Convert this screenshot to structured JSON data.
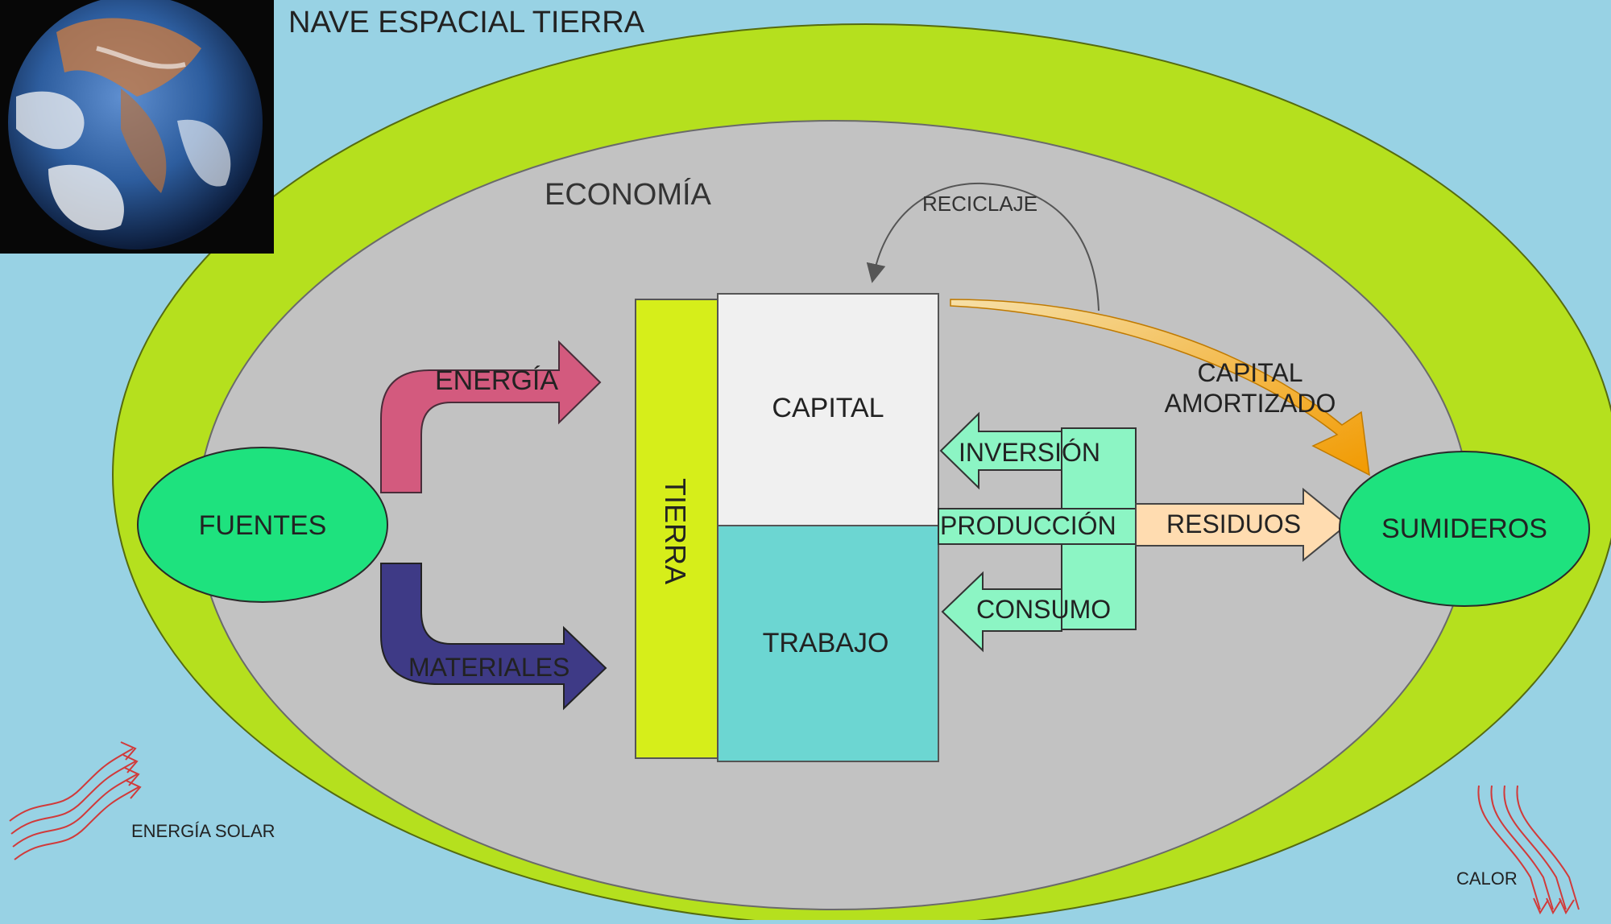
{
  "title": "NAVE ESPACIAL TIERRA",
  "economy_label": "ECONOMÍA",
  "recycling_label": "RECICLAJE",
  "nodes": {
    "sources": "FUENTES",
    "sinks": "SUMIDEROS",
    "land": "TIERRA",
    "capital": "CAPITAL",
    "labor": "TRABAJO"
  },
  "flows": {
    "energy": "ENERGÍA",
    "materials": "MATERIALES",
    "investment": "INVERSIÓN",
    "production": "PRODUCCIÓN",
    "consumption": "CONSUMO",
    "waste": "RESIDUOS",
    "depreciated_capital_line1": "CAPITAL",
    "depreciated_capital_line2": "AMORTIZADO"
  },
  "solar_energy_label": "ENERGÍA SOLAR",
  "heat_label": "CALOR",
  "colors": {
    "background": "#98d2e4",
    "biosphere": "#b5e01e",
    "economy": "#c2c2c2",
    "ellipse_nodes": "#1ee27e",
    "land_bar": "#d6ee1a",
    "capital_box": "#f0f0f0",
    "labor_box": "#6cd6d2",
    "energy_arrow": "#d35a7e",
    "materials_arrow": "#3e3a86",
    "flow_arrows": "#8cf5c4",
    "waste_arrow": "#ffdcb0",
    "depreciation_arrow": "#f2a000",
    "heat_lines": "#d13a3a"
  }
}
